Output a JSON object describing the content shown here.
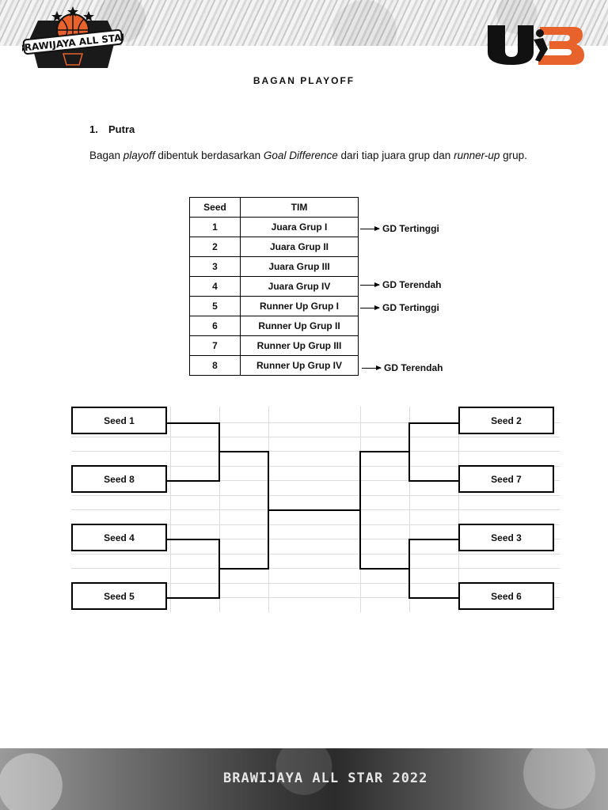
{
  "header": {
    "left_logo_text": "BRAWIJAYA ALL STAR",
    "right_logo_text": "U3"
  },
  "title": "BAGAN PLAYOFF",
  "section": {
    "number": "1.",
    "label": "Putra"
  },
  "paragraph": {
    "p1": "Bagan ",
    "p2": "playoff",
    "p3": " dibentuk berdasarkan ",
    "p4": "Goal Difference",
    "p5": " dari tiap juara grup dan ",
    "p6": "runner-up",
    "p7": " grup."
  },
  "seed_table": {
    "headers": [
      "Seed",
      "TIM"
    ],
    "rows": [
      [
        "1",
        "Juara Grup I"
      ],
      [
        "2",
        "Juara Grup II"
      ],
      [
        "3",
        "Juara Grup III"
      ],
      [
        "4",
        "Juara Grup IV"
      ],
      [
        "5",
        "Runner Up Grup I"
      ],
      [
        "6",
        "Runner Up Grup II"
      ],
      [
        "7",
        "Runner Up Grup III"
      ],
      [
        "8",
        "Runner Up Grup IV"
      ]
    ]
  },
  "notes": {
    "n1": "GD Tertinggi",
    "n4": "GD Terendah",
    "n5": "GD Tertinggi",
    "n8": "GD Terendah"
  },
  "bracket": {
    "left": [
      "Seed 1",
      "Seed 8",
      "Seed 4",
      "Seed 5"
    ],
    "right": [
      "Seed 2",
      "Seed 7",
      "Seed 3",
      "Seed 6"
    ]
  },
  "footer": {
    "text": "BRAWIJAYA ALL STAR 2022"
  }
}
